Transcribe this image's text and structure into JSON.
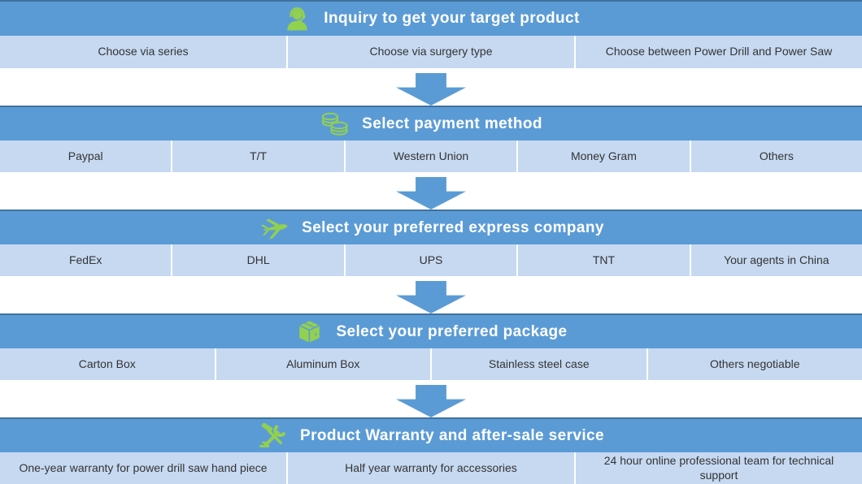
{
  "colors": {
    "header_blue": "#5B9BD5",
    "header_border": "#41719C",
    "row_blue": "#C6D9F1",
    "icon_green": "#92D050",
    "arrow_blue": "#5B9BD5",
    "text_dark": "#333333",
    "text_white": "#FFFFFF"
  },
  "sections": [
    {
      "id": "inquiry",
      "icon": "support-agent",
      "title": "Inquiry to get your target product",
      "options": [
        "Choose via series",
        "Choose via surgery type",
        "Choose  between  Power Drill and Power Saw"
      ]
    },
    {
      "id": "payment",
      "icon": "coins",
      "title": "Select payment method",
      "options": [
        "Paypal",
        "T/T",
        "Western Union",
        "Money Gram",
        "Others"
      ]
    },
    {
      "id": "express",
      "icon": "airplane",
      "title": "Select your preferred  express  company",
      "options": [
        "FedEx",
        "DHL",
        "UPS",
        "TNT",
        "Your agents in  China"
      ]
    },
    {
      "id": "package",
      "icon": "package-box",
      "title": "Select your preferred  package",
      "options": [
        "Carton Box",
        "Aluminum Box",
        "Stainless steel case",
        "Others negotiable"
      ]
    },
    {
      "id": "warranty",
      "icon": "repair-tools",
      "title": "Product Warranty and after-sale service",
      "options": [
        "One-year warranty for power drill saw hand piece",
        "Half year warranty for accessories",
        "24 hour online  professional team for technical support"
      ]
    }
  ]
}
